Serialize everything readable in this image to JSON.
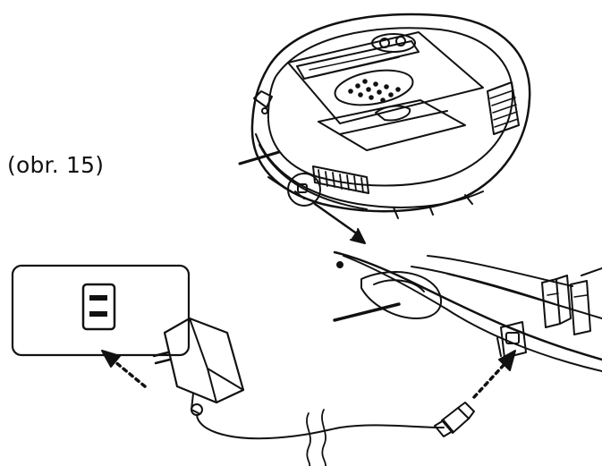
{
  "figure": {
    "label": "(obr. 15)"
  },
  "diagram": {
    "parts": [
      {
        "id": "robot-vacuum",
        "icon": "robot-vacuum-icon"
      },
      {
        "id": "charging-socket-detail",
        "icon": "magnified-socket-icon"
      },
      {
        "id": "wall-outlet",
        "icon": "wall-outlet-icon"
      },
      {
        "id": "power-adapter",
        "icon": "power-adapter-icon"
      },
      {
        "id": "dc-plug",
        "icon": "dc-plug-icon"
      }
    ],
    "colors": {
      "line": "#111111",
      "background": "#ffffff"
    }
  }
}
